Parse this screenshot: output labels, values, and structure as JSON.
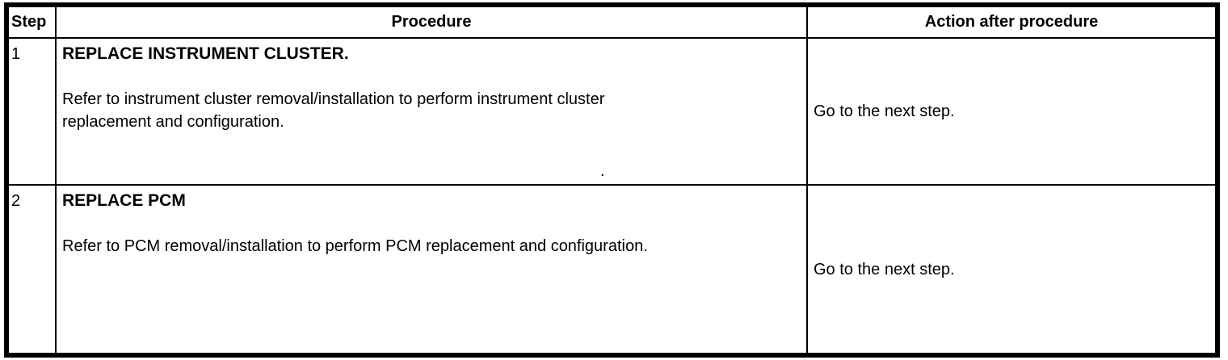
{
  "table": {
    "headers": {
      "step": "Step",
      "procedure": "Procedure",
      "action": "Action after procedure"
    },
    "rows": [
      {
        "step": "1",
        "title": "REPLACE INSTRUMENT CLUSTER.",
        "body": "Refer to instrument cluster removal/installation to perform instrument cluster\nreplacement and configuration.",
        "action": "Go to the next step."
      },
      {
        "step": "2",
        "title": "REPLACE PCM",
        "body": "Refer to PCM removal/installation to perform PCM replacement and configuration.",
        "action": "Go to the next step."
      }
    ],
    "stray_mark": "."
  },
  "colors": {
    "border": "#000000",
    "background": "#ffffff",
    "text": "#000000"
  }
}
